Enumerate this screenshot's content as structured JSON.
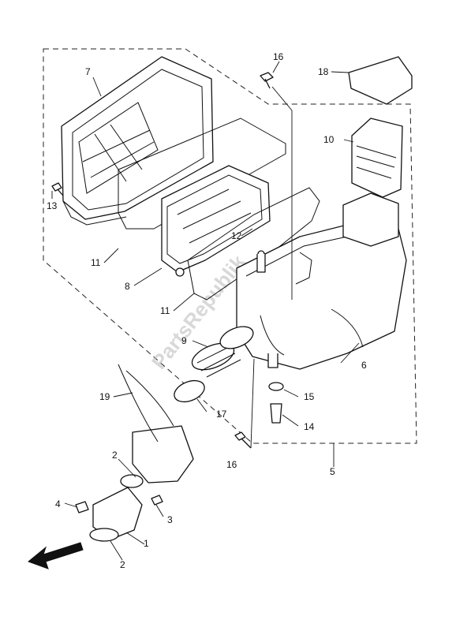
{
  "watermark": "PartsRepublik",
  "callouts": {
    "c1": "1",
    "c2a": "2",
    "c2b": "2",
    "c3": "3",
    "c4": "4",
    "c5": "5",
    "c6": "6",
    "c7": "7",
    "c8": "8",
    "c9": "9",
    "c10": "10",
    "c11a": "11",
    "c11b": "11",
    "c12": "12",
    "c13": "13",
    "c14": "14",
    "c15": "15",
    "c16a": "16",
    "c16b": "16",
    "c17": "17",
    "c18": "18",
    "c19": "19"
  }
}
